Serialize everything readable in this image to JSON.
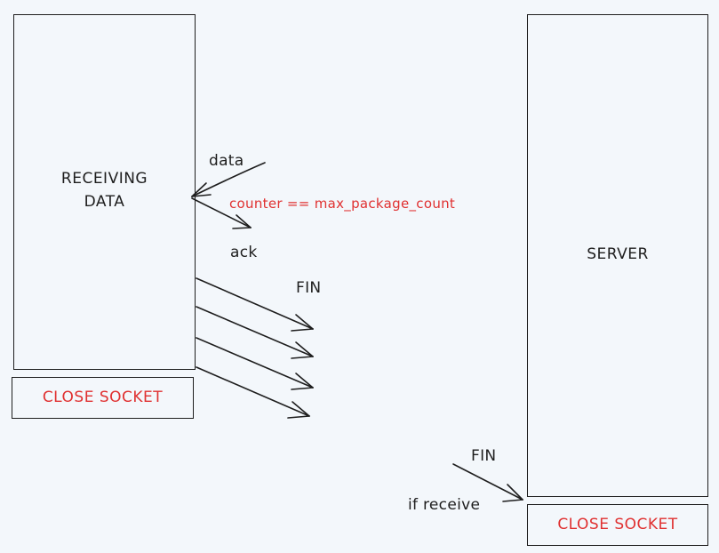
{
  "client_box": {
    "label": "RECEIVING\nDATA"
  },
  "server_box": {
    "label": "SERVER"
  },
  "client_close": {
    "label": "CLOSE SOCKET",
    "color": "#e03131"
  },
  "server_close": {
    "label": "CLOSE SOCKET",
    "color": "#e03131"
  },
  "annotations": {
    "data": "data",
    "condition": "counter == max_package_count",
    "ack": "ack",
    "fin_client": "FIN",
    "fin_server": "FIN",
    "if_receive": "if receive"
  },
  "colors": {
    "stroke": "#1e1e1e",
    "accent": "#e03131",
    "background": "#f3f7fb"
  }
}
